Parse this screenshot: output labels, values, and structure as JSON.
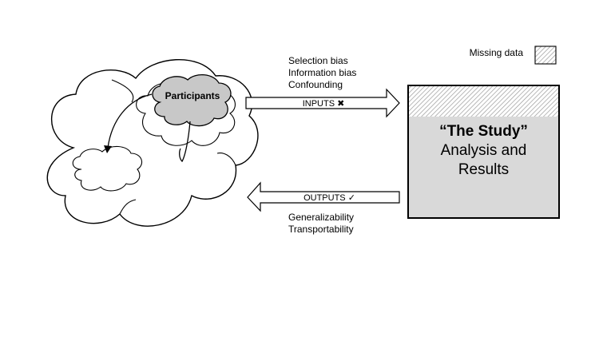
{
  "legend": {
    "label": "Missing data"
  },
  "biases": [
    "Selection bias",
    "Information bias",
    "Confounding"
  ],
  "inputs_label": "INPUTS ✖",
  "outputs_label": "OUTPUTS ✓",
  "outputs_list": [
    "Generalizability",
    "Transportability"
  ],
  "participants_label": "Participants",
  "study": {
    "title": "“The Study”",
    "line1": "Analysis and",
    "line2": "Results"
  },
  "colors": {
    "study_fill": "#d9d9d9",
    "participants_fill": "#c8c8c8",
    "stroke": "#000000"
  }
}
